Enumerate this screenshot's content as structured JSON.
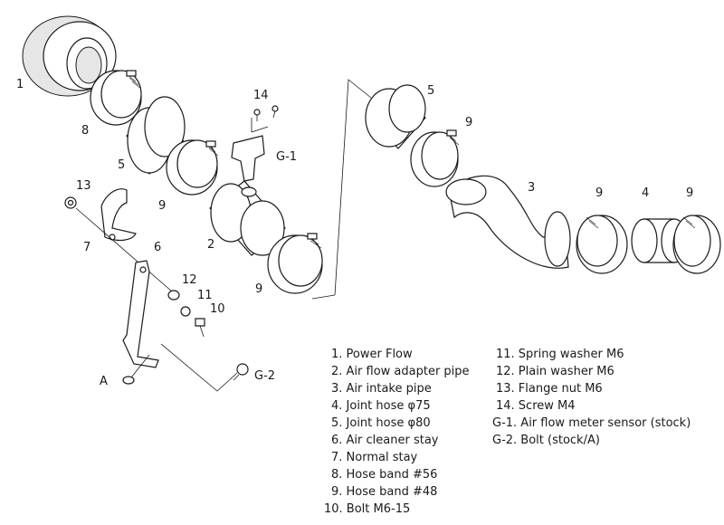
{
  "callouts": {
    "c1": "1",
    "c8": "8",
    "c5a": "5",
    "c9a": "9",
    "c13": "13",
    "c7": "7",
    "c6": "6",
    "c14": "14",
    "cG1": "G-1",
    "c2": "2",
    "c9b": "9",
    "c12": "12",
    "c11": "11",
    "c10": "10",
    "cA": "A",
    "cG2": "G-2",
    "c5b": "5",
    "c9c": "9",
    "c3": "3",
    "c9d": "9",
    "c4": "4",
    "c9e": "9"
  },
  "legend": {
    "left": [
      "1. Power Flow",
      "2. Air flow adapter pipe",
      "3. Air intake pipe",
      "4. Joint hose  φ75",
      "5. Joint hose  φ80",
      "6. Air cleaner stay",
      "7. Normal stay",
      "8. Hose band  #56",
      "9. Hose band  #48",
      "10. Bolt  M6-15"
    ],
    "right": [
      "11. Spring washer  M6",
      "12. Plain washer  M6",
      "13. Flange nut  M6",
      "14. Screw  M4",
      "G-1. Air flow meter sensor (stock)",
      "G-2. Bolt  (stock/A)"
    ]
  }
}
